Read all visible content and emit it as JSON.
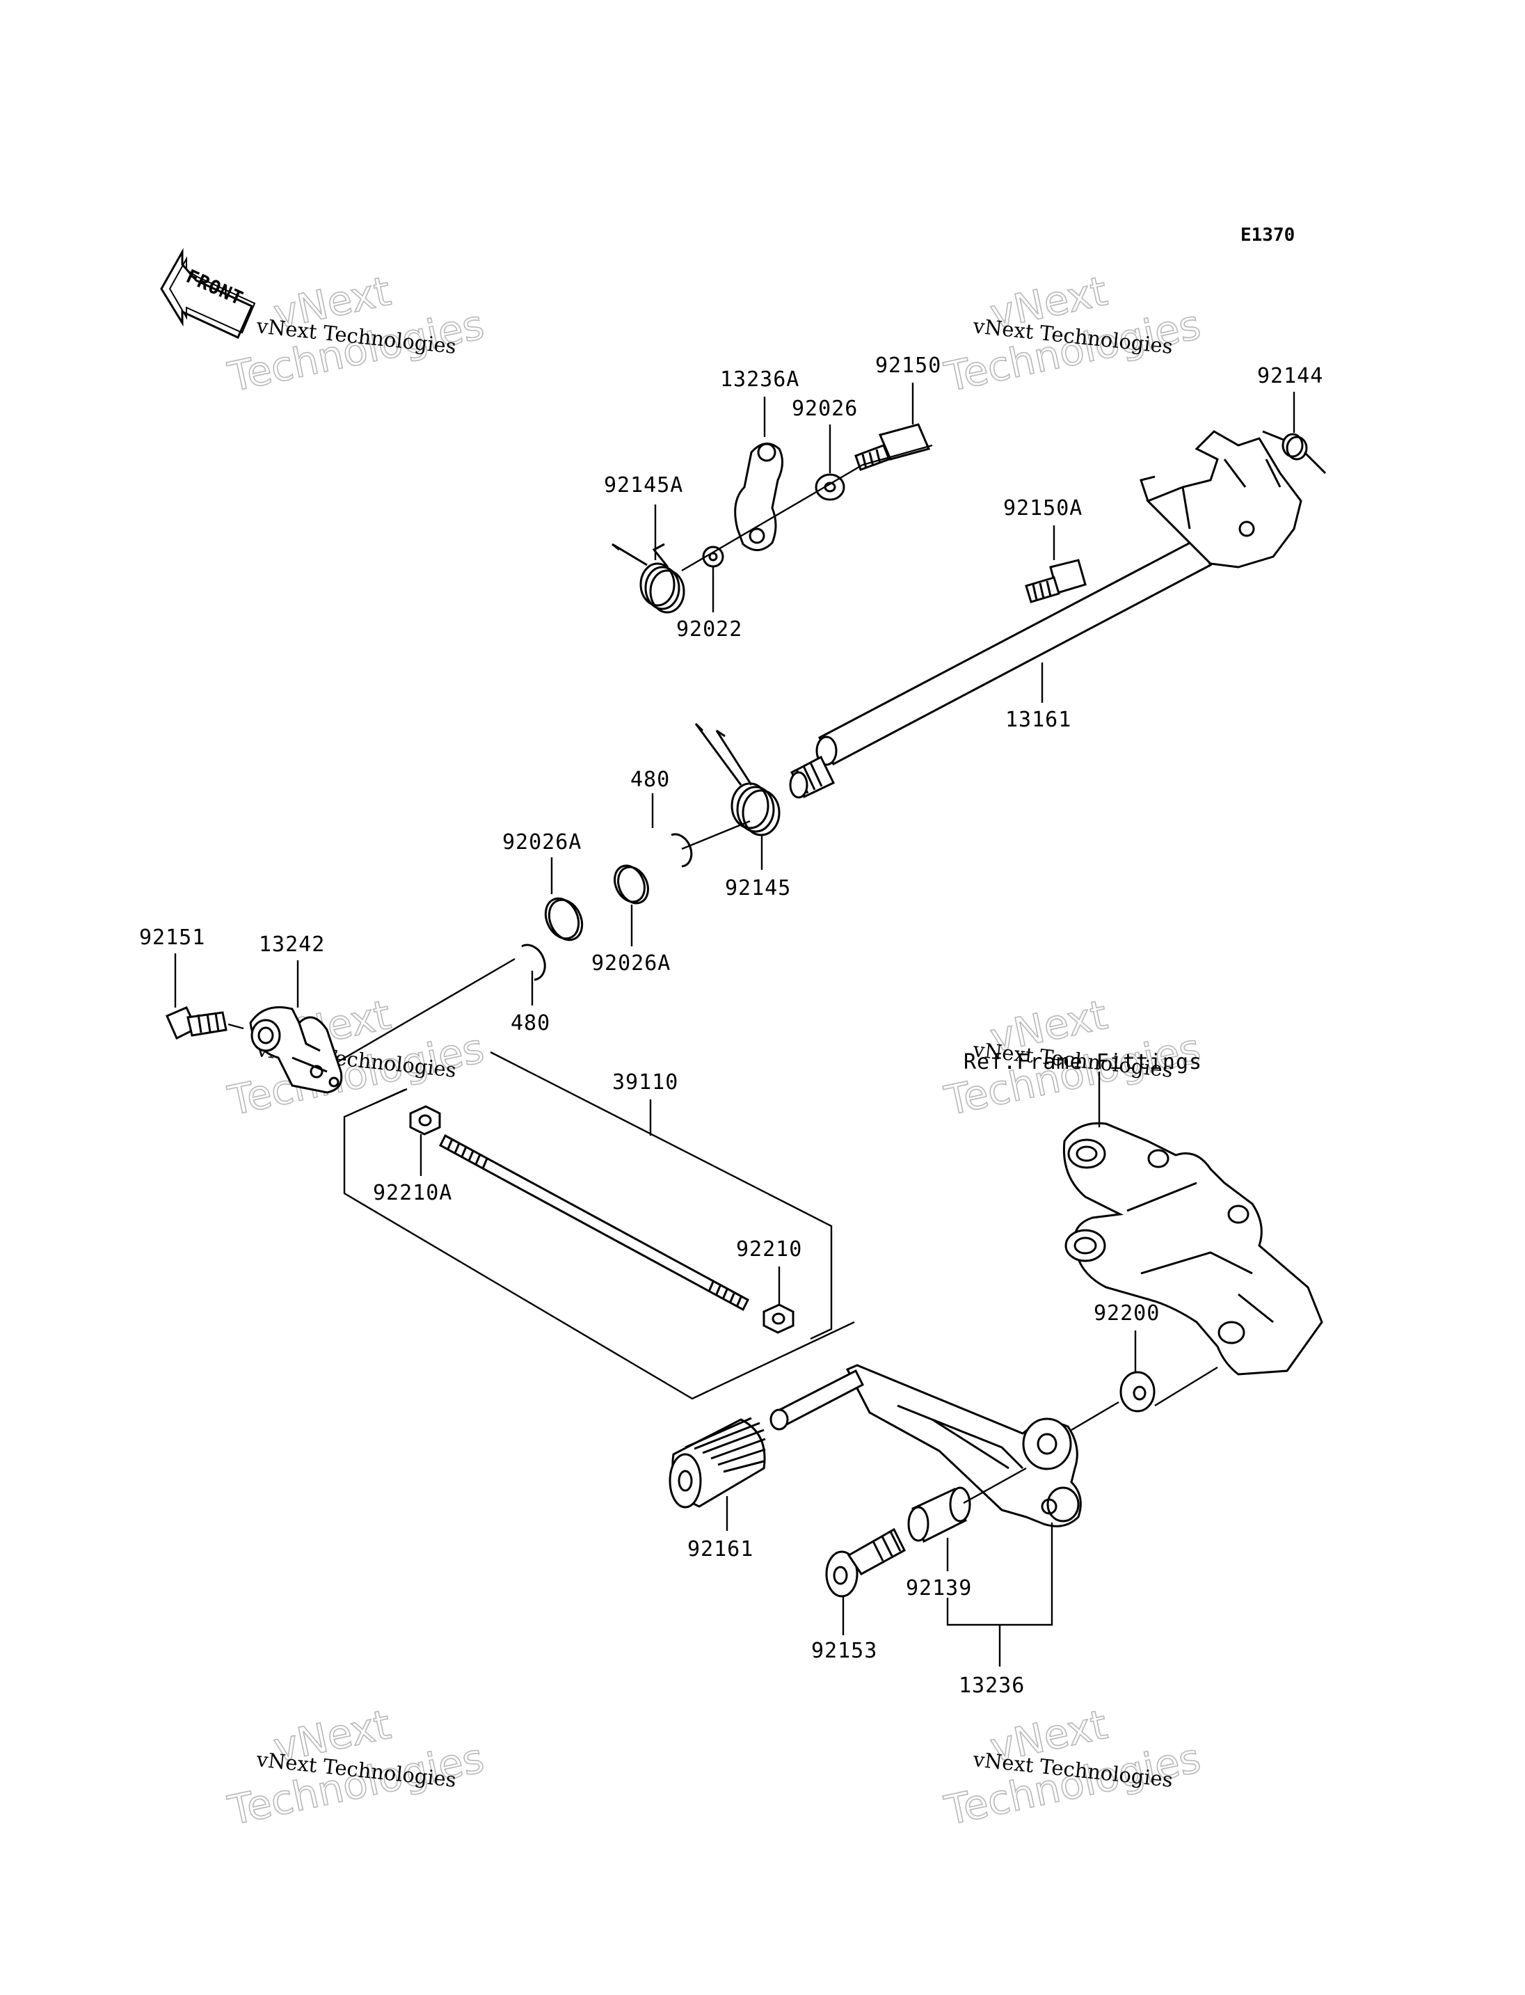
{
  "diagram_code": "E1370",
  "front_arrow_text": "FRONT",
  "reference_note": "Ref.Frame Fittings",
  "watermark": {
    "line1": "vNext Technologies",
    "line2": "vNext",
    "line3": "Technologies"
  },
  "part_labels": {
    "p13236A": "13236A",
    "p92150": "92150",
    "p92026": "92026",
    "p92144": "92144",
    "p92145A": "92145A",
    "p92150A": "92150A",
    "p92022": "92022",
    "p13161": "13161",
    "p480_top": "480",
    "p92026A_top": "92026A",
    "p92145": "92145",
    "p92151": "92151",
    "p13242": "13242",
    "p92026A_bottom": "92026A",
    "p480_bottom": "480",
    "p39110": "39110",
    "p92210A": "92210A",
    "p92210": "92210",
    "p92200": "92200",
    "p92161": "92161",
    "p92139": "92139",
    "p92153": "92153",
    "p13236": "13236"
  }
}
